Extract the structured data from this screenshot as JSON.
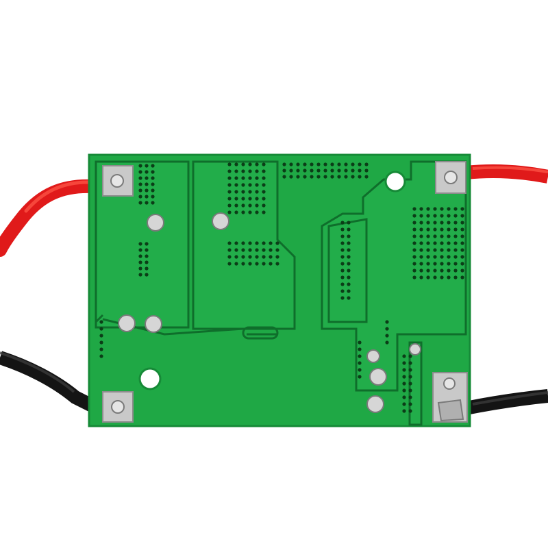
{
  "colors": {
    "background": "#ffffff",
    "board": "#1fa845",
    "board_edge": "#168a37",
    "copper_raised": "#29b552",
    "trace_outline": "#0f6e2b",
    "via_hole": "#0b3d17",
    "pad_metal": "#c9c9c9",
    "pad_shadow": "#8c8c8c",
    "solder": "#b8b8b8",
    "wire_red": "#e01a1a",
    "wire_red_highlight": "#ff5a4a",
    "wire_black": "#141414",
    "wire_black_highlight": "#3a3a3a",
    "mount_hole": "#ffffff"
  },
  "objects": [
    "pcb-board",
    "red-wire-left",
    "red-wire-right",
    "black-wire-left",
    "black-wire-right",
    "corner-pads",
    "solder-joints",
    "via-grids",
    "mounting-holes"
  ]
}
